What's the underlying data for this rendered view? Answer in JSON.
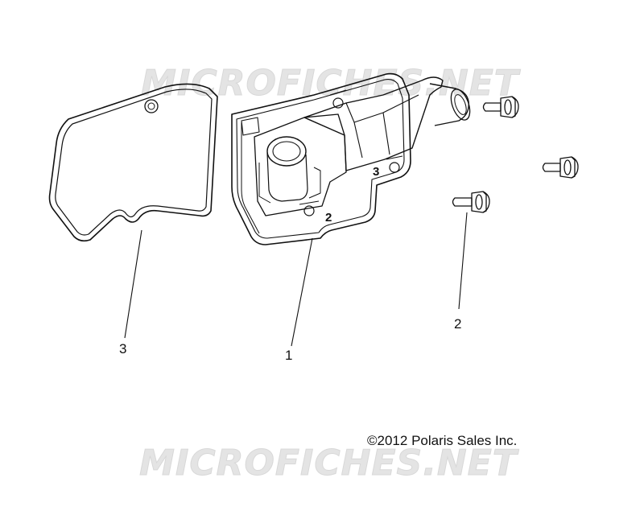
{
  "watermarks": {
    "top": "MICROFICHES.NET",
    "bottom": "MICROFICHES.NET",
    "color": "#e6e6e6"
  },
  "callouts": {
    "gasket": "3",
    "cover": "1",
    "bolt": "2"
  },
  "cover_markings": {
    "bolt": "2",
    "gasket": "3"
  },
  "copyright": "©2012 Polaris Sales Inc.",
  "colors": {
    "line": "#111111",
    "background": "#ffffff"
  }
}
